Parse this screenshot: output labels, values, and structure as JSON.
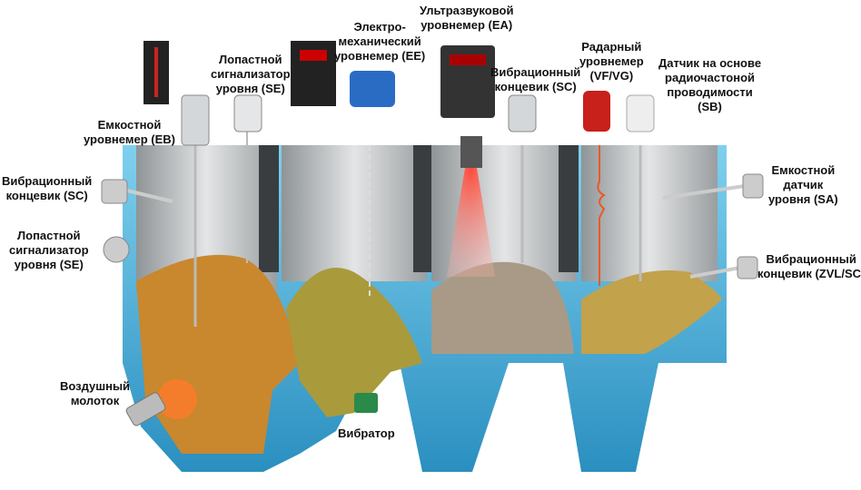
{
  "labels": {
    "ultrasonic": [
      "Ультразвуковой",
      "уровнемер (EA)"
    ],
    "electromech": [
      "Электро-",
      "механический",
      "уровнемер (EE)"
    ],
    "paddle_top": [
      "Лопастной",
      "сигнализатор",
      "уровня (SE)"
    ],
    "capacitive_eb": [
      "Емкостной",
      "уровнемер (EB)"
    ],
    "vibr_left": [
      "Вибрационный",
      "концевик (SC)"
    ],
    "paddle_left": [
      "Лопастной",
      "сигнализатор",
      "уровня (SE)"
    ],
    "air_hammer": [
      "Воздушный",
      "молоток"
    ],
    "vibrator": [
      "Вибратор"
    ],
    "vibr_center": [
      "Вибрационный",
      "концевик (SC)"
    ],
    "radar": [
      "Радарный",
      "уровнемер",
      "(VF/VG)"
    ],
    "rf": [
      "Датчик на основе",
      "радиочастоной",
      "проводимости",
      "(SB)"
    ],
    "capacitive_sa": [
      "Емкостной",
      "датчик",
      "уровня (SA)"
    ],
    "vibr_right": [
      "Вибрационный",
      "концевик (ZVL/SC)"
    ]
  },
  "colors": {
    "tank_blue": "#4fb3dc",
    "wall_grey": "#c9ccce",
    "grain_orange": "#c9872e",
    "grain_olive": "#a99a3c",
    "gravel": "#a89a86",
    "grain_yellow": "#c2a24a"
  }
}
